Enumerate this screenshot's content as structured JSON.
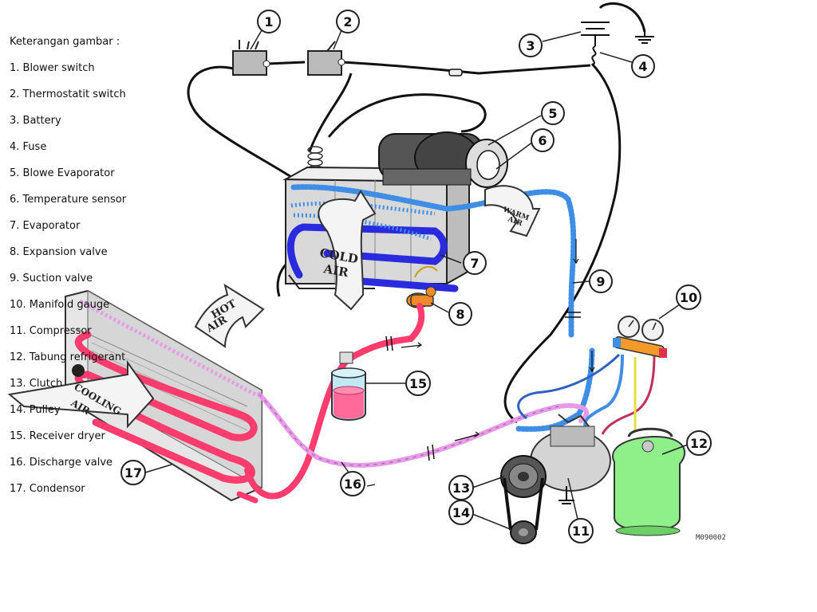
{
  "legend": {
    "title": "Keterangan gambar :",
    "items": [
      "1. Blower switch",
      "2. Thermostatit switch",
      "3. Battery",
      "4. Fuse",
      "5. Blowe Evaporator",
      "6. Temperature sensor",
      "7. Evaporator",
      "8. Expansion valve",
      "9. Suction valve",
      "10. Manifold gauge",
      "11. Compressor",
      "12. Tabung refrigerant",
      "13. Clutch",
      "14. Pulley",
      "15. Receiver dryer",
      "16. Discharge valve",
      "17. Condensor"
    ]
  },
  "callouts": [
    "1",
    "2",
    "3",
    "4",
    "5",
    "6",
    "7",
    "8",
    "9",
    "10",
    "11",
    "12",
    "13",
    "14",
    "15",
    "16",
    "17"
  ],
  "air_labels": {
    "cold_line1": "COLD",
    "cold_line2": "AIR",
    "warm_line1": "WARM",
    "warm_line2": "AIR",
    "hot_line1": "HOT",
    "hot_line2": "AIR",
    "cooling_line1": "COOLING",
    "cooling_line2": "AIR"
  },
  "figure_code": "M090002",
  "colors": {
    "high_pressure_line": "#ff3c6e",
    "low_pressure_line": "#3f8ee6",
    "discharge_line": "#e79ae7",
    "evaporator_coil": "#2a2adf",
    "expansion_valve": "#f08a2a",
    "refrigerant_tank": "#8ff08a",
    "receiver_dryer": "#ff6a9a",
    "gauge_bar": "#f29a2a"
  }
}
